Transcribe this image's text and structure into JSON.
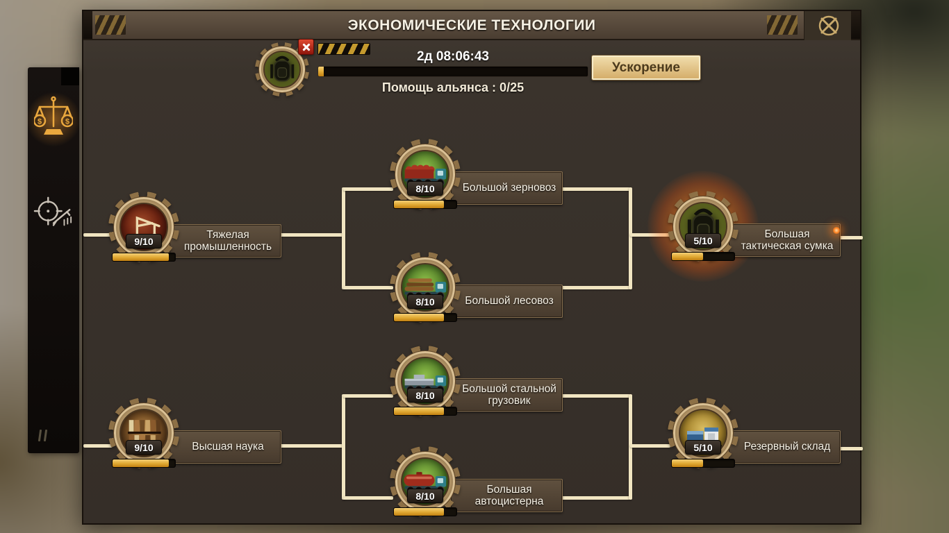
{
  "panel": {
    "title": "ЭКОНОМИЧЕСКИЕ ТЕХНОЛОГИИ",
    "close_icon": "close-icon"
  },
  "research": {
    "item_icon": "tactical-bag-icon",
    "cancel_icon": "cancel-research-icon",
    "timer": "2д 08:06:43",
    "bar_progress_pct": 2,
    "speedup_button": "Ускорение",
    "alliance_help": "Помощь альянса : 0/25"
  },
  "sidebar": {
    "tabs": [
      {
        "id": "economy-tech",
        "icon": "balance-scale-icon",
        "active": true,
        "coin_glyph": "$"
      },
      {
        "id": "military-tech",
        "icon": "rifle-icon",
        "active": false
      }
    ]
  },
  "tree": {
    "nodes": [
      {
        "id": "heavy-industry",
        "name": "Тяжелая промышленность",
        "level": "9/10",
        "progress_pct": 90,
        "icon": "crane-icon"
      },
      {
        "id": "big-grain-truck",
        "name": "Большой зерновоз",
        "level": "8/10",
        "progress_pct": 80,
        "icon": "grain-truck-icon"
      },
      {
        "id": "big-log-truck",
        "name": "Большой лесовоз",
        "level": "8/10",
        "progress_pct": 80,
        "icon": "log-truck-icon"
      },
      {
        "id": "big-tactical-bag",
        "name": "Большая тактическая сумка",
        "level": "5/10",
        "progress_pct": 50,
        "icon": "tactical-bag-icon",
        "highlighted": true
      },
      {
        "id": "higher-science",
        "name": "Высшая наука",
        "level": "9/10",
        "progress_pct": 90,
        "icon": "library-icon"
      },
      {
        "id": "big-steel-truck",
        "name": "Большой стальной грузовик",
        "level": "8/10",
        "progress_pct": 80,
        "icon": "steel-truck-icon"
      },
      {
        "id": "big-tanker-truck",
        "name": "Большая автоцистерна",
        "level": "8/10",
        "progress_pct": 80,
        "icon": "tanker-truck-icon"
      },
      {
        "id": "reserve-warehouse",
        "name": "Резервный склад",
        "level": "5/10",
        "progress_pct": 50,
        "icon": "warehouse-icon"
      }
    ]
  },
  "colors": {
    "connector_line": "#f1e5c1",
    "progress_fill": "#e0a832",
    "speedup_button_bg": "#e6cf9a",
    "title_text": "#f6f1e4",
    "highlight_glow": "#ff7f1e"
  }
}
